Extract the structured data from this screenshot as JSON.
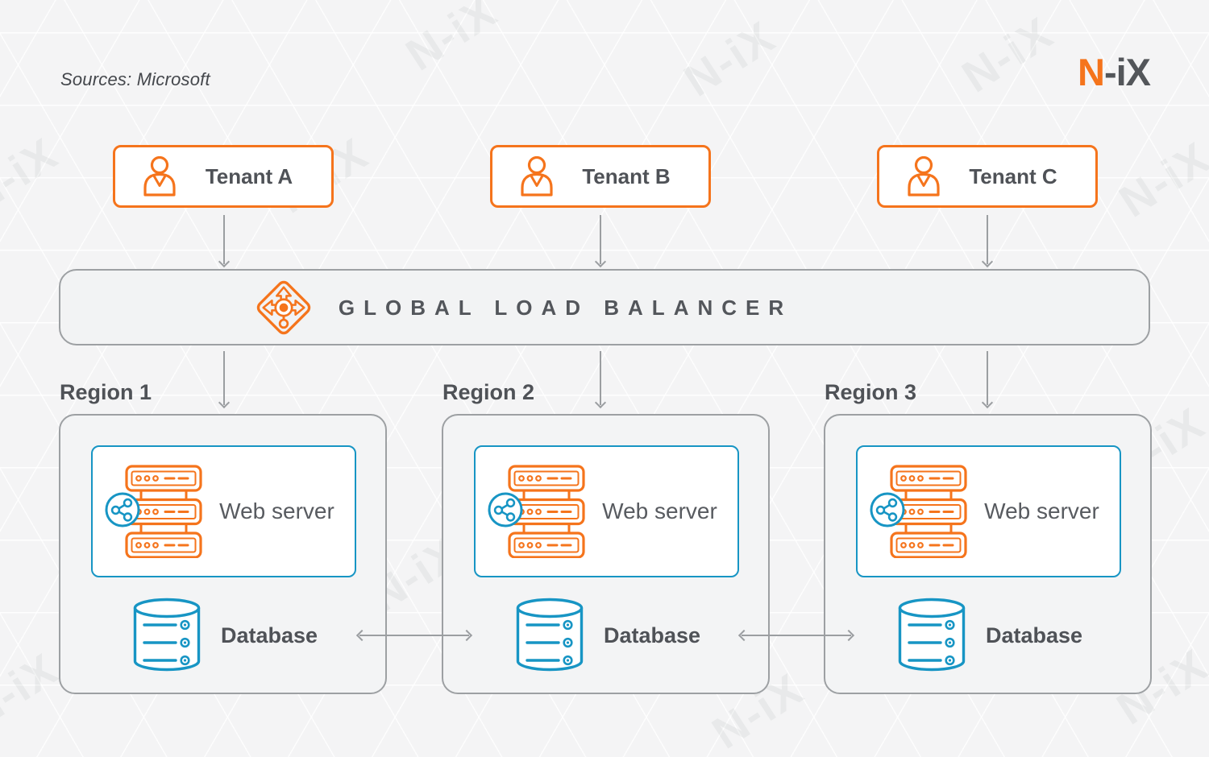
{
  "header": {
    "sources_label": "Sources: Microsoft",
    "logo": {
      "n": "N",
      "ix": "-iX"
    }
  },
  "watermark": {
    "text": "N-iX"
  },
  "tenants": [
    {
      "label": "Tenant A"
    },
    {
      "label": "Tenant B"
    },
    {
      "label": "Tenant C"
    }
  ],
  "load_balancer": {
    "label": "GLOBAL LOAD BALANCER"
  },
  "regions": [
    {
      "label": "Region 1",
      "web_server": "Web server",
      "database": "Database"
    },
    {
      "label": "Region 2",
      "web_server": "Web server",
      "database": "Database"
    },
    {
      "label": "Region 3",
      "web_server": "Web server",
      "database": "Database"
    }
  ],
  "colors": {
    "orange_accent": "#F5741C",
    "blue_accent": "#1795C4",
    "text_dark": "#4F5257",
    "border_gray": "#9DA0A3",
    "background": "#F4F4F5"
  }
}
